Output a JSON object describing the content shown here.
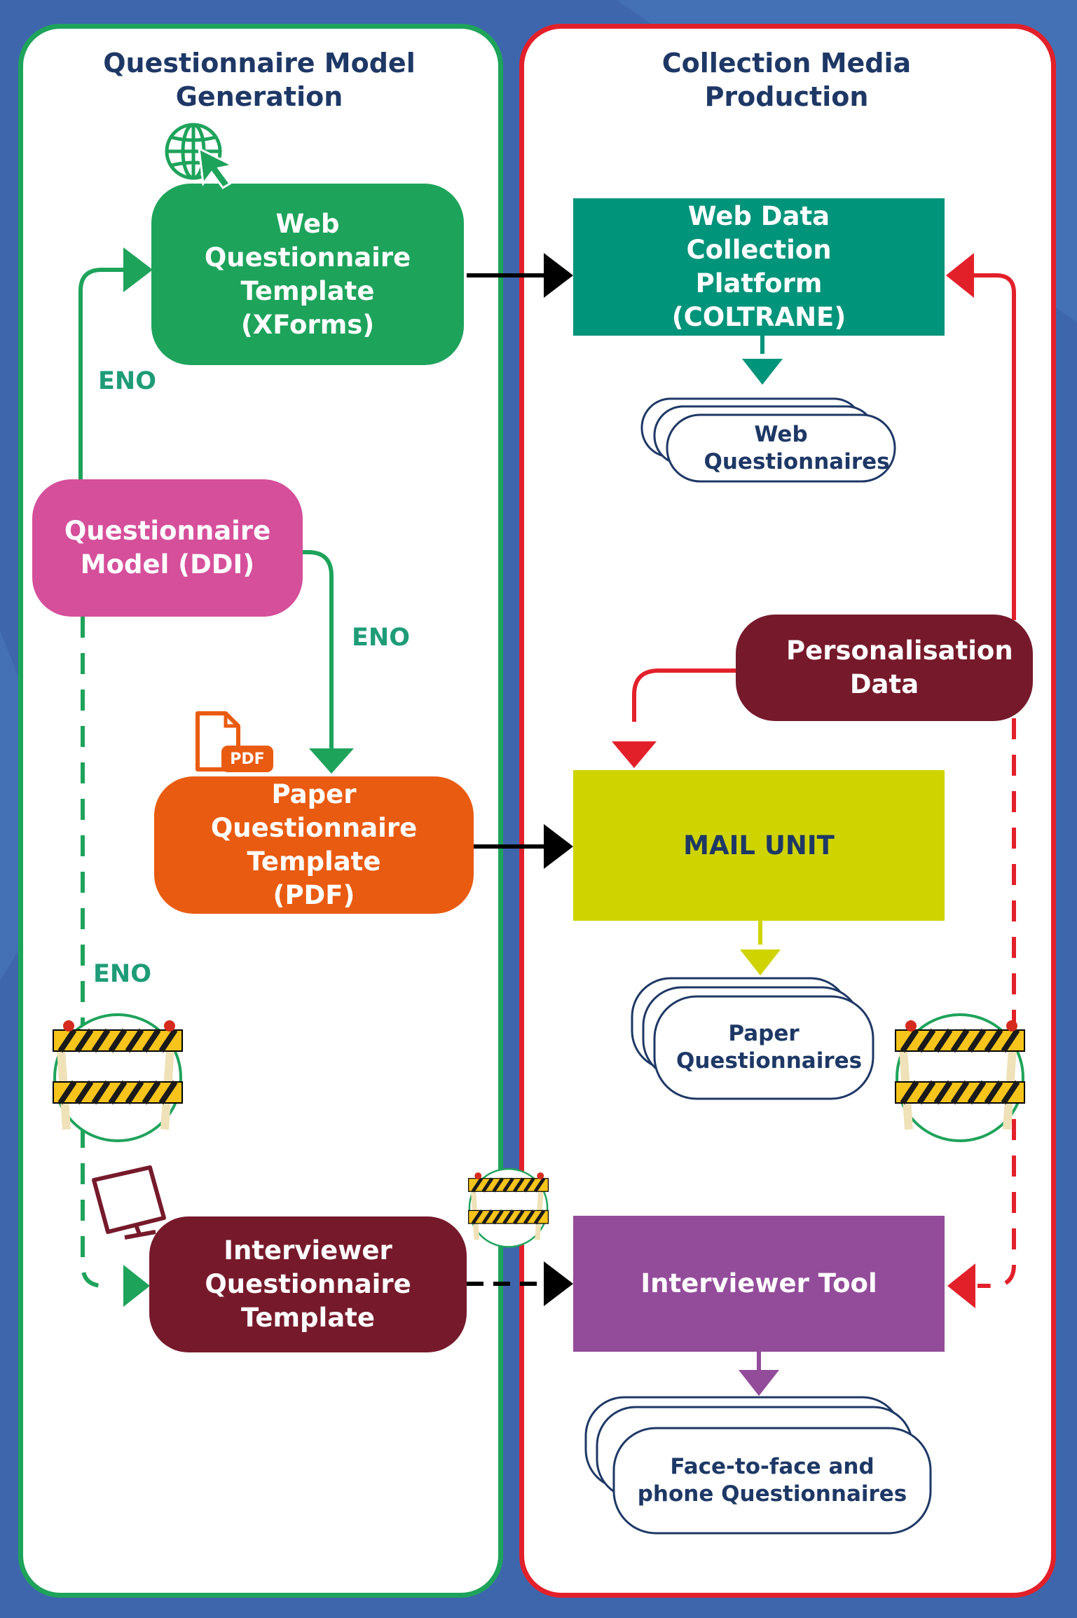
{
  "panels": {
    "left_title": "Questionnaire Model Generation",
    "right_title": "Collection Media Production"
  },
  "nodes": {
    "web_template": "Web Questionnaire Template (XForms)",
    "ddi_model": "Questionnaire Model (DDI)",
    "paper_template": "Paper Questionnaire Template (PDF)",
    "interviewer_template": "Interviewer Questionnaire Template",
    "coltrane": "Web Data Collection Platform (COLTRANE)",
    "personalisation": "Personalisation Data",
    "mail_unit": "MAIL UNIT",
    "interviewer_tool": "Interviewer Tool"
  },
  "outputs": {
    "web": "Web Questionnaires",
    "paper": "Paper Questionnaires",
    "f2f": "Face-to-face and phone Questionnaires"
  },
  "edge_labels": {
    "eno_web": "ENO",
    "eno_paper": "ENO",
    "eno_interviewer": "ENO"
  },
  "icons": {
    "pdf_badge": "PDF",
    "web": "globe-cursor-icon",
    "paper": "pdf-document-icon",
    "interviewer": "computer-monitor-icon",
    "barrier": "road-barrier-icon"
  },
  "colors": {
    "background": "#3e66ad",
    "left_border": "#1ea35b",
    "right_border": "#e2202a",
    "web_template": "#1ea35b",
    "ddi_model": "#d54f9b",
    "paper_template": "#e95b10",
    "interviewer_template": "#761a2b",
    "coltrane": "#00947a",
    "personalisation": "#761a2b",
    "mail_unit": "#cfd400",
    "interviewer_tool": "#934c9a",
    "title_text": "#1e3866"
  }
}
